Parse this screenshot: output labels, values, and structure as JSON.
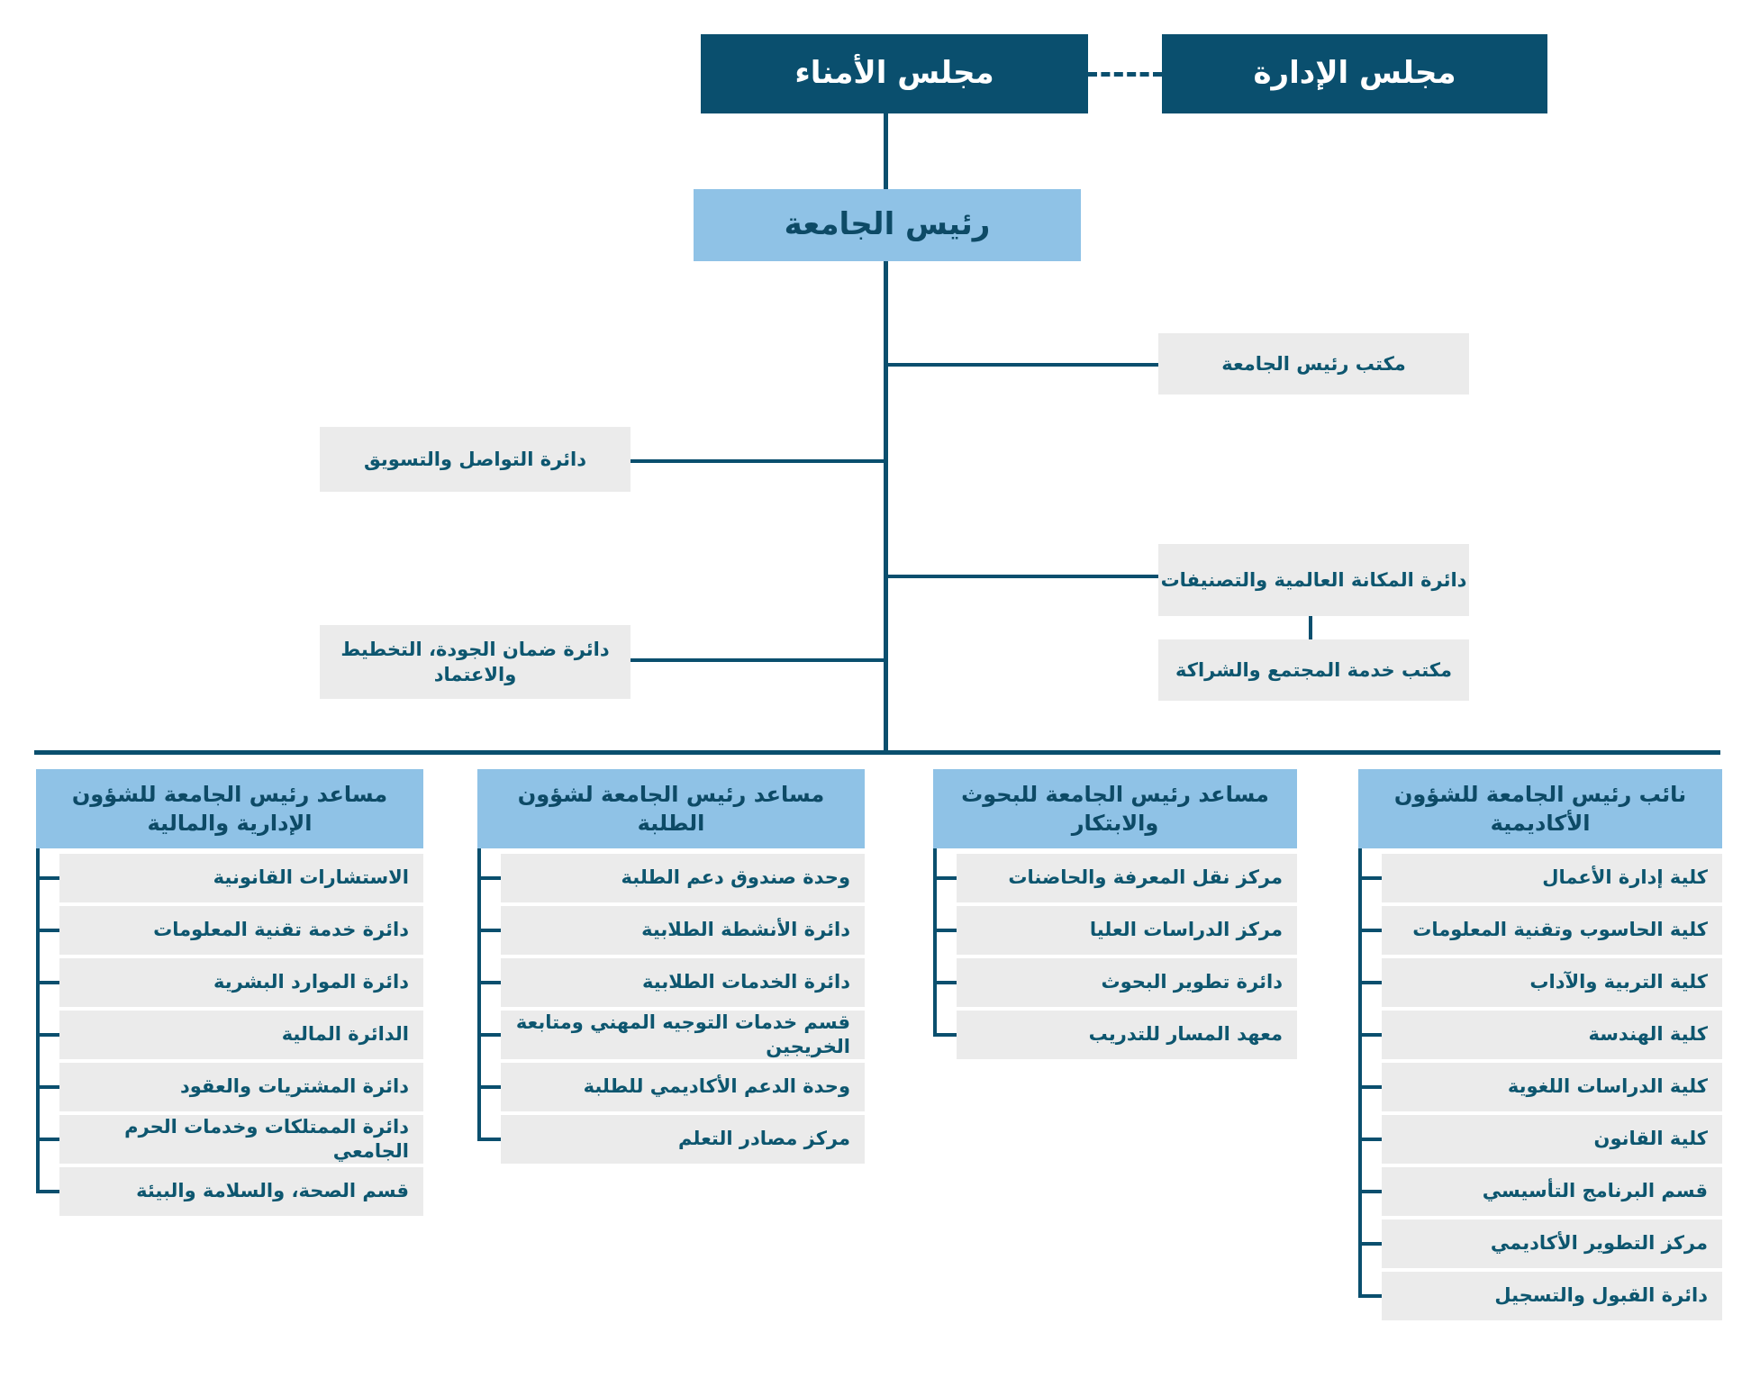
{
  "meta": {
    "title": "الهيكل التنظيمي للجامعة",
    "colors": {
      "dark": "#0a4f6e",
      "mid": "#8fc2e6",
      "grey": "#ebebeb",
      "text_dark": "#0d566f",
      "text_light": "#ffffff",
      "background": "#ffffff"
    }
  },
  "top": {
    "board_of_trustees": "مجلس الأمناء",
    "board_of_directors": "مجلس الإدارة",
    "president": "رئيس الجامعة"
  },
  "president_offices": [
    {
      "label": "مكتب رئيس الجامعة",
      "side": "right"
    },
    {
      "label": "دائرة التواصل والتسويق",
      "side": "left"
    },
    {
      "label": "دائرة المكانة العالمية والتصنيفات",
      "side": "right"
    },
    {
      "label": "مكتب خدمة المجتمع والشراكة",
      "side": "right"
    },
    {
      "label": "دائرة ضمان الجودة، التخطيط والاعتماد",
      "side": "left"
    }
  ],
  "columns": [
    {
      "key": "academic",
      "header": "نائب رئيس الجامعة للشؤون الأكاديمية",
      "items": [
        "كلية إدارة الأعمال",
        "كلية الحاسوب وتقنية المعلومات",
        "كلية التربية والآداب",
        "كلية الهندسة",
        "كلية الدراسات اللغوية",
        "كلية القانون",
        "قسم البرنامج التأسيسي",
        "مركز التطوير الأكاديمي",
        "دائرة القبول والتسجيل"
      ]
    },
    {
      "key": "research",
      "header": "مساعد رئيس الجامعة للبحوث والابتكار",
      "items": [
        "مركز نقل المعرفة والحاضنات",
        "مركز الدراسات العليا",
        "دائرة تطوير البحوث",
        "معهد المسار للتدريب"
      ]
    },
    {
      "key": "student-affairs",
      "header": "مساعد رئيس الجامعة لشؤون الطلبة",
      "items": [
        "وحدة صندوق دعم الطلبة",
        "دائرة الأنشطة الطلابية",
        "دائرة الخدمات الطلابية",
        "قسم خدمات التوجيه المهني ومتابعة الخريجين",
        "وحدة الدعم الأكاديمي للطلبة",
        "مركز مصادر التعلم"
      ]
    },
    {
      "key": "admin-finance",
      "header": "مساعد رئيس الجامعة للشؤون الإدارية والمالية",
      "items": [
        "الاستشارات القانونية",
        "دائرة خدمة تقنية المعلومات",
        "دائرة الموارد البشرية",
        "الدائرة المالية",
        "دائرة المشتريات والعقود",
        "دائرة الممتلكات وخدمات الحرم الجامعي",
        "قسم الصحة، والسلامة والبيئة"
      ]
    }
  ]
}
